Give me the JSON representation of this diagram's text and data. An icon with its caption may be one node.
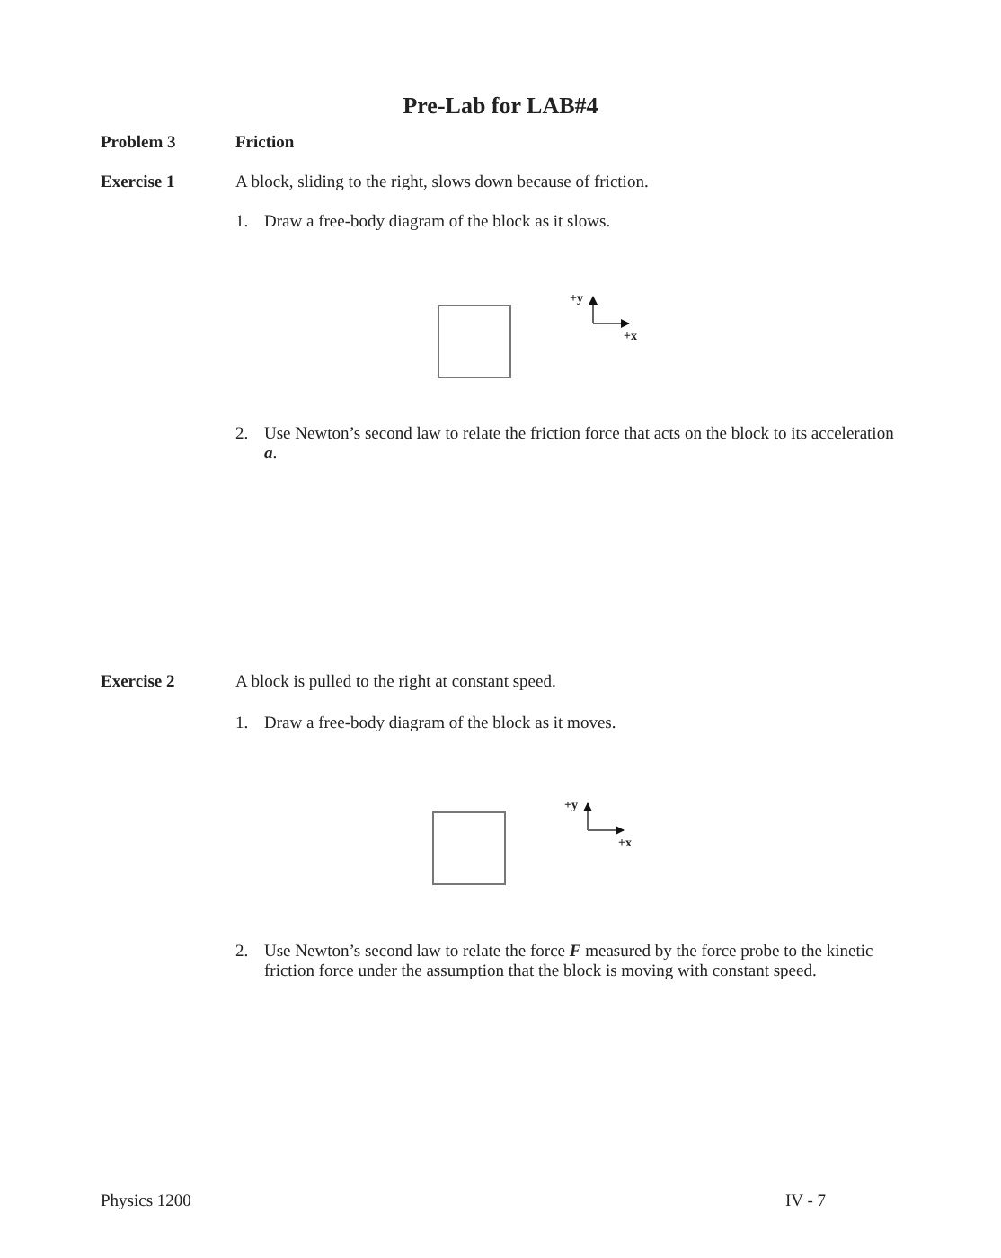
{
  "diagram": {
    "title": "Pre-Lab for LAB#4",
    "labels": [
      "Problem 3",
      "Friction",
      "Exercise 1",
      "A block, sliding to the right, slows down because of friction.",
      "1.",
      "Draw a free-body diagram of the block as it slows.",
      "+y",
      "+x",
      "2.",
      "Use Newton’s second law to relate the friction force that acts on the block to its acceleration *a*.",
      "Exercise 2",
      "A block is pulled to the right at constant speed.",
      "1.",
      "Draw a free-body diagram of the block as it moves.",
      "+y",
      "+x",
      "2.",
      "Use Newton’s second law to relate the force *F* measured by the force probe to the kinetic friction force under the assumption that the block is moving with constant speed.",
      "Physics 1200",
      "IV - 7"
    ]
  }
}
